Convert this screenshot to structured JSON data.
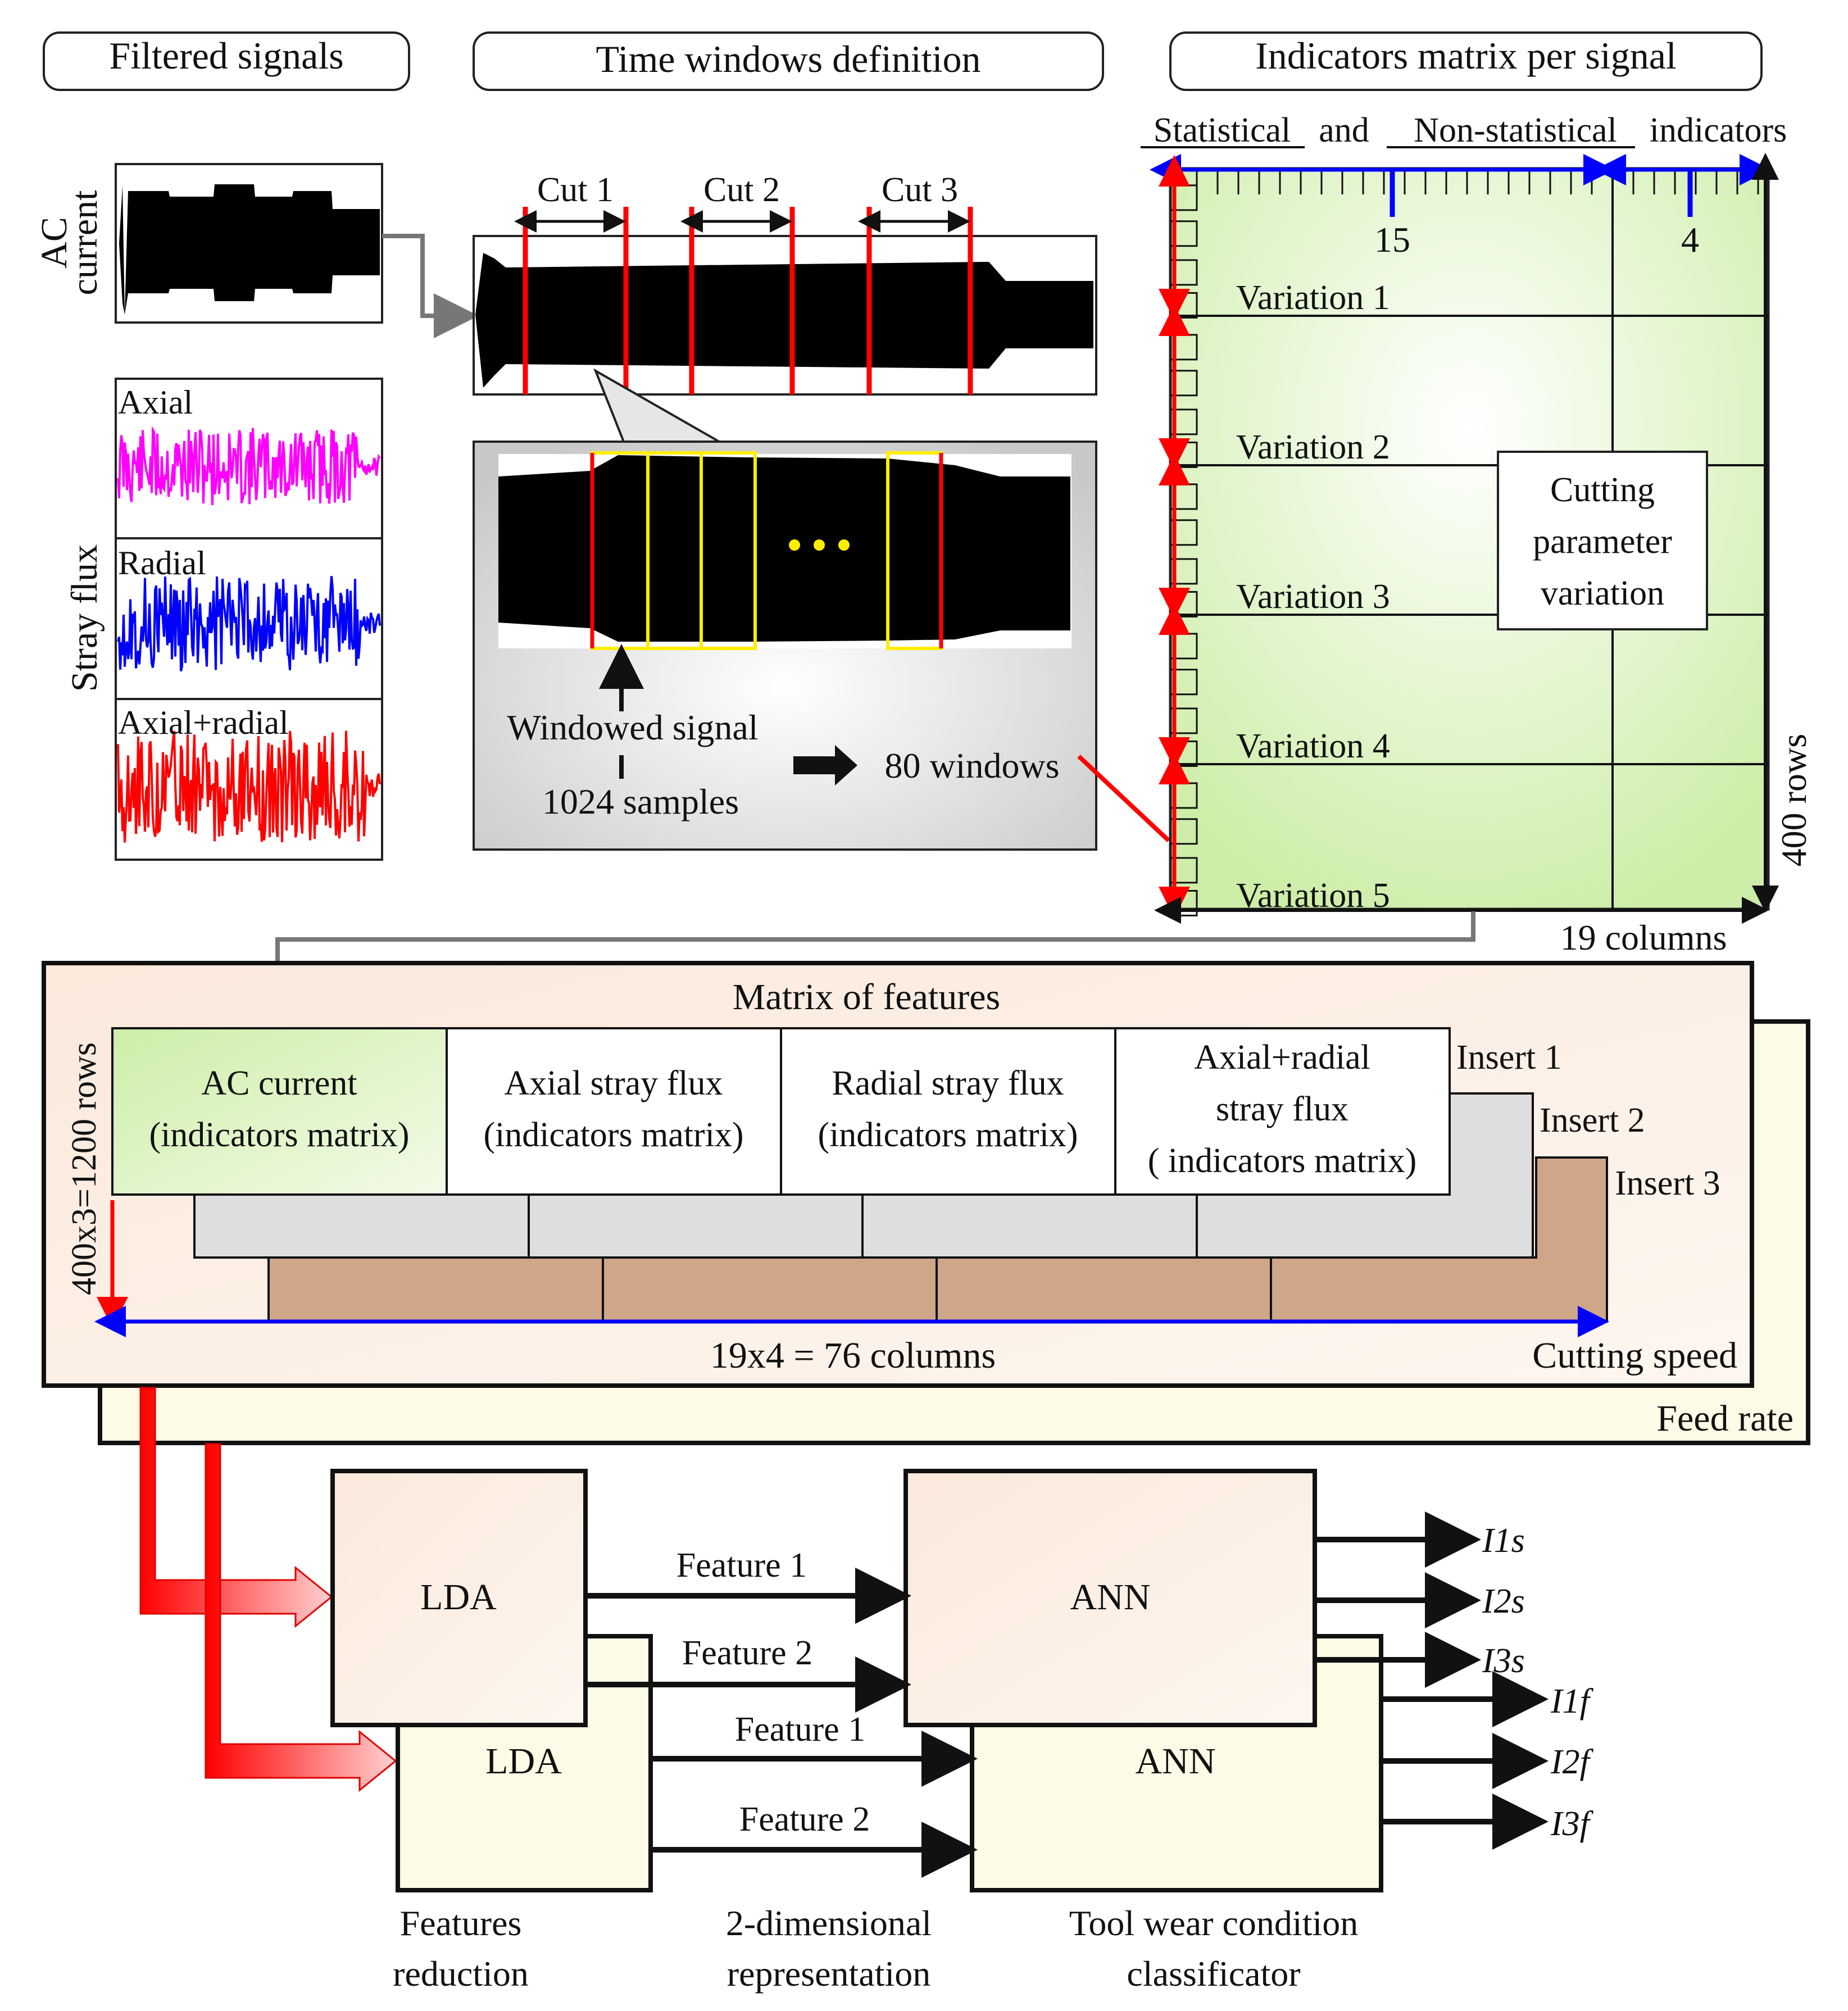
{
  "headers": {
    "filtered_signals": "Filtered signals",
    "time_windows": "Time windows definition",
    "indicators_matrix": "Indicators matrix per signal"
  },
  "signals": {
    "ac_line1": "AC",
    "ac_line2": "current",
    "stray_flux": "Stray flux",
    "axial": "Axial",
    "radial": "Radial",
    "axial_radial": "Axial+radial"
  },
  "colors": {
    "axial": "#ff00ff",
    "radial": "#0000ff",
    "axial_radial": "#ff0000",
    "green_fill": "#e4f5c8",
    "insert2_fill": "#dedede",
    "insert3_fill": "#cfa688",
    "matrix_bg": "#fbeee2",
    "feed_bg": "#fdfbe6"
  },
  "time_windows": {
    "cut1": "Cut 1",
    "cut2": "Cut 2",
    "cut3": "Cut 3",
    "windowed_signal": "Windowed signal",
    "samples": "1024 samples",
    "windows": "80 windows"
  },
  "indicators": {
    "statistical": "Statistical",
    "and": "and",
    "non_statistical": "Non-statistical",
    "indicators_word": "indicators",
    "count_stat": "15",
    "count_nonstat": "4",
    "variations": [
      "Variation 1",
      "Variation 2",
      "Variation 3",
      "Variation 4",
      "Variation 5"
    ],
    "cutting_param_lines": [
      "Cutting",
      "parameter",
      "variation"
    ],
    "rows": "400 rows",
    "columns": "19 columns"
  },
  "features_matrix": {
    "title": "Matrix of features",
    "rows_label": "400x3=1200 rows",
    "cols_label": "19x4 = 76 columns",
    "cells": [
      [
        "AC current",
        "(indicators matrix)"
      ],
      [
        "Axial stray flux",
        "(indicators matrix)"
      ],
      [
        "Radial stray flux",
        "(indicators matrix)"
      ],
      [
        "Axial+radial",
        "stray flux",
        "( indicators matrix)"
      ]
    ],
    "insert1": "Insert 1",
    "insert2": "Insert 2",
    "insert3": "Insert 3",
    "cutting_speed": "Cutting speed",
    "feed_rate": "Feed rate"
  },
  "pipeline": {
    "lda": "LDA",
    "ann": "ANN",
    "feature1": "Feature 1",
    "feature2": "Feature 2",
    "outputs_speed": [
      "I1s",
      "I2s",
      "I3s"
    ],
    "outputs_feed": [
      "I1f",
      "I2f",
      "I3f"
    ],
    "stage_reduction": [
      "Features",
      "reduction"
    ],
    "stage_repr": [
      "2-dimensional",
      "representation"
    ],
    "stage_classifier": [
      "Tool wear condition",
      "classificator"
    ]
  }
}
